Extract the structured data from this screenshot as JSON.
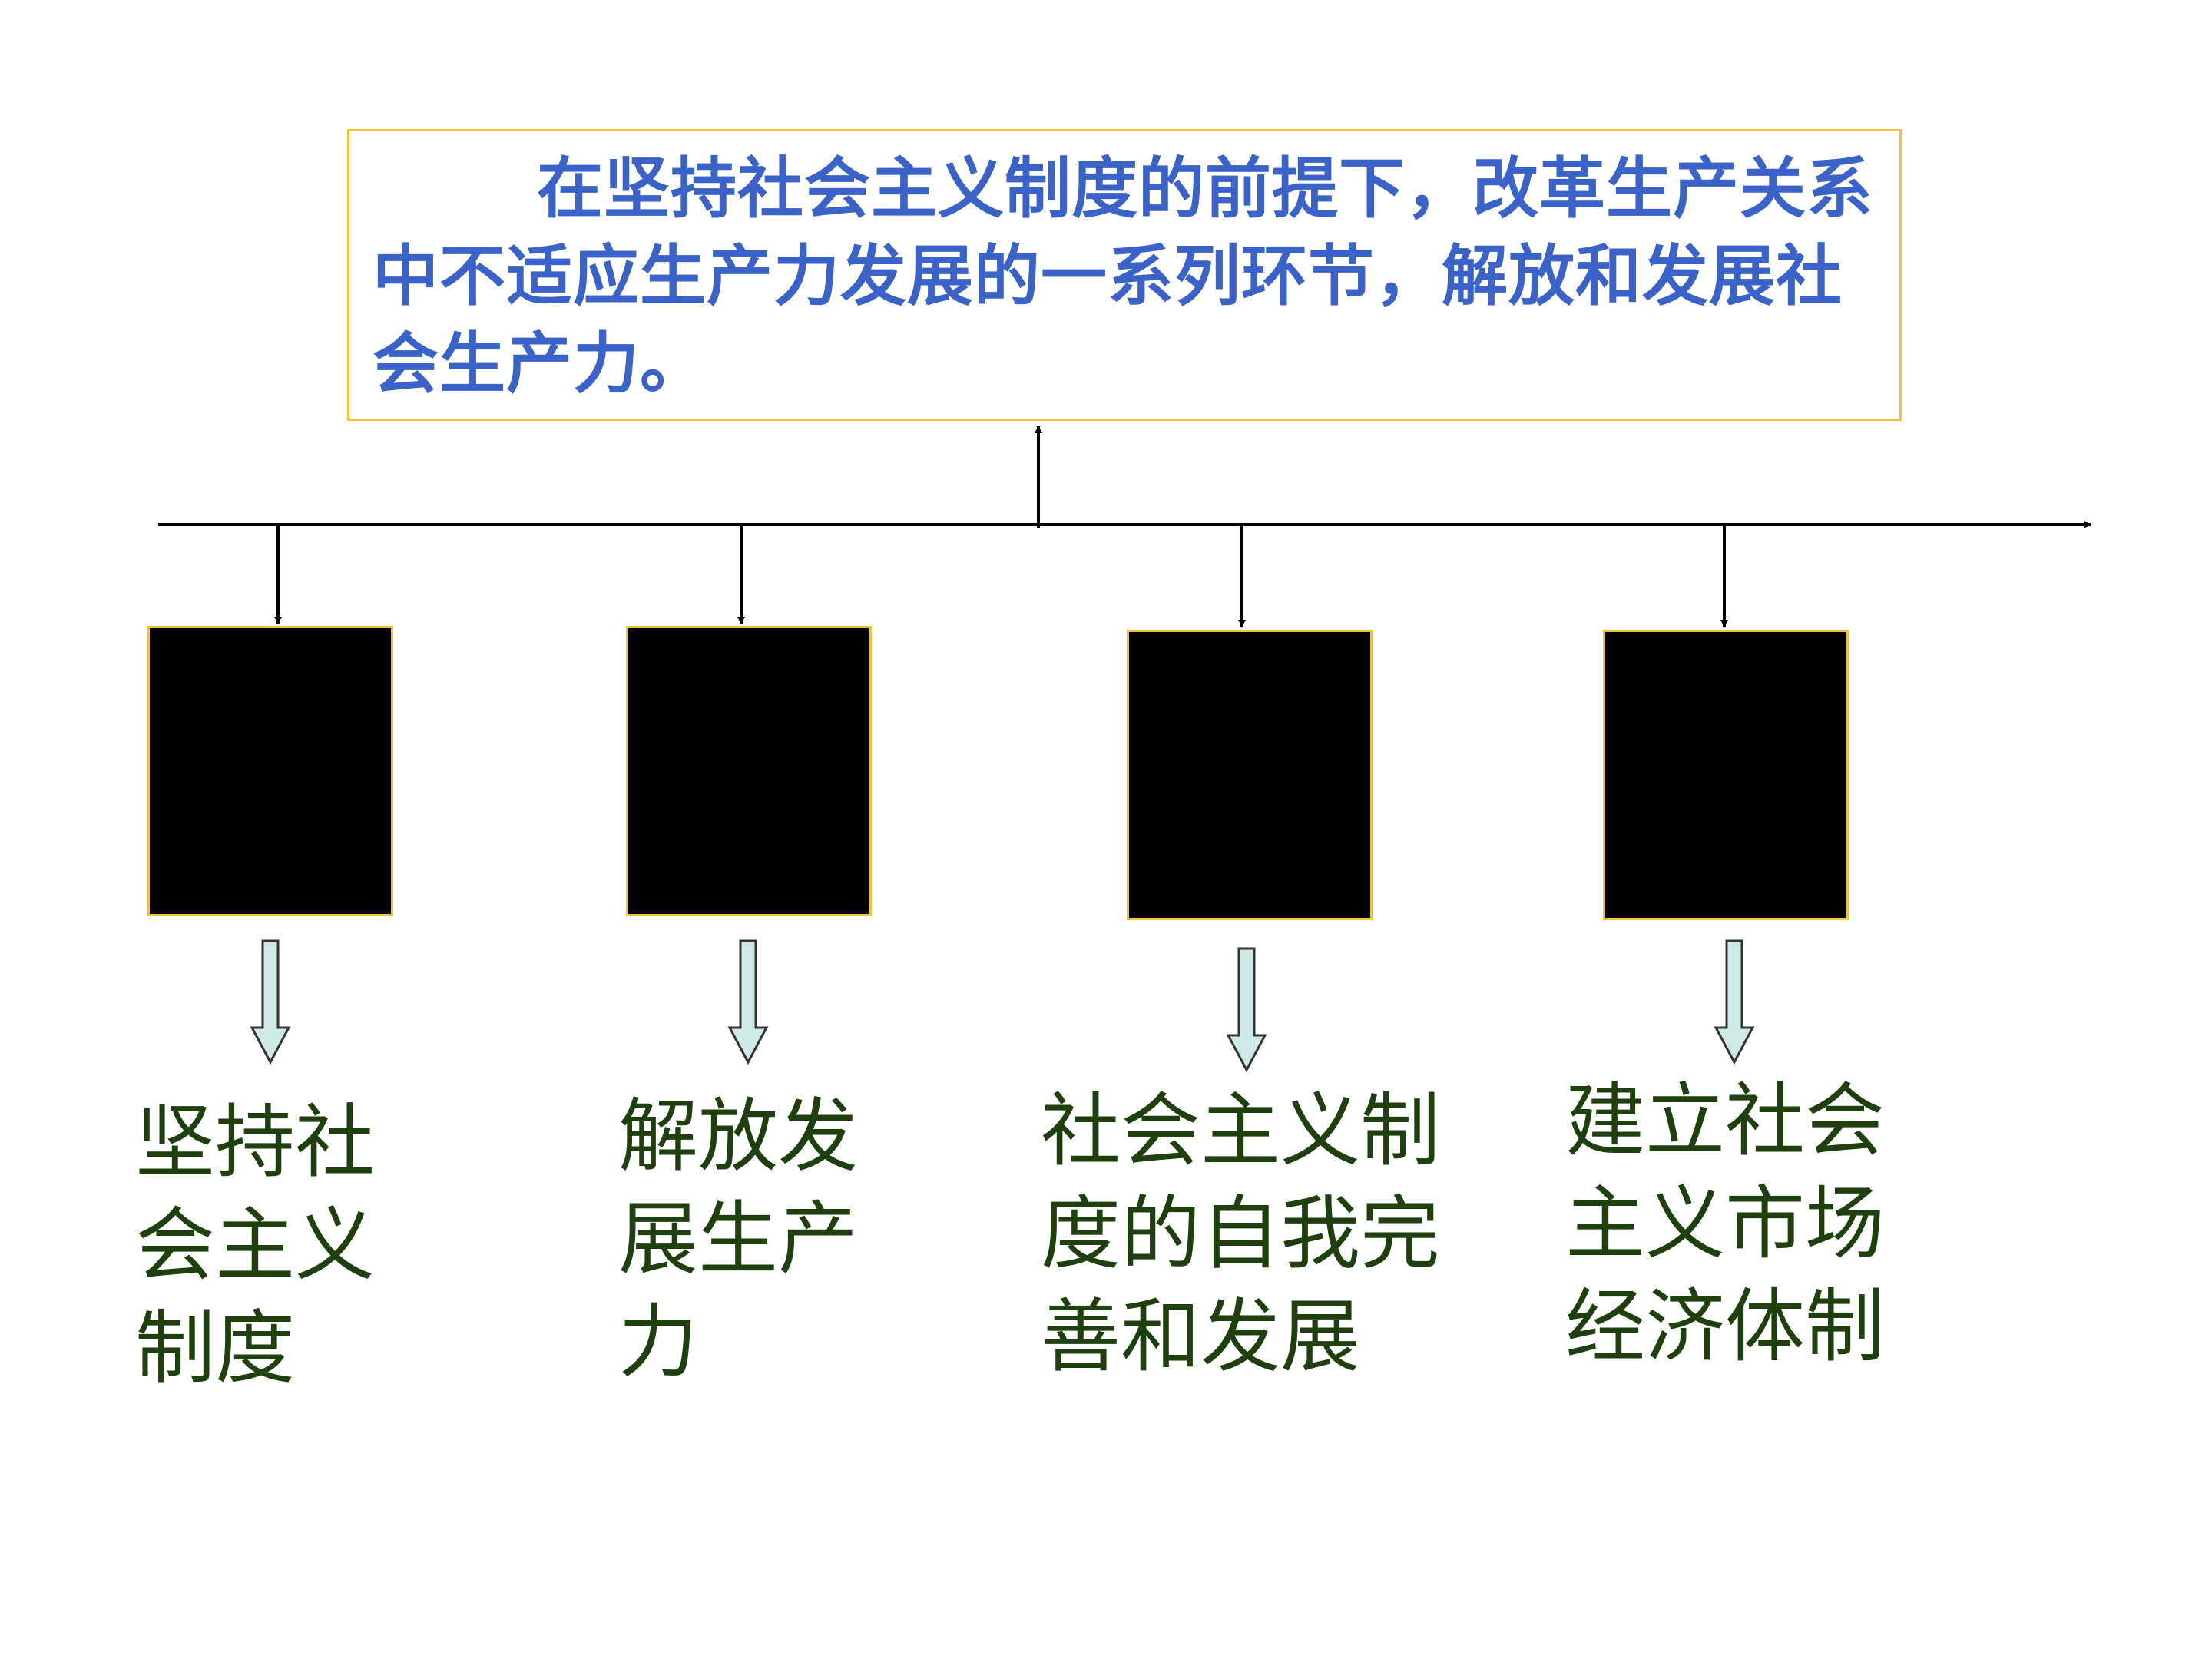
{
  "summary": {
    "text": "在坚持社会主义制度的前提下，改革生产关系中不适应生产力发展的一系列环节，解放和发展社会生产力。"
  },
  "colors": {
    "summary_text": "#3a62c8",
    "summary_border": "#f2c233",
    "stage_box_fill": "#000000",
    "stage_box_border": "#f2c233",
    "block_arrow_fill": "#cfe9e6",
    "label_text": "#1f3f0f",
    "line": "#000000"
  },
  "stages": [
    {
      "label": "坚持社\n会主义\n制度"
    },
    {
      "label": "解放发\n展生产\n力"
    },
    {
      "label": "社会主义制\n度的自我完\n善和发展"
    },
    {
      "label": "建立社会\n主义市场\n经济体制"
    }
  ]
}
